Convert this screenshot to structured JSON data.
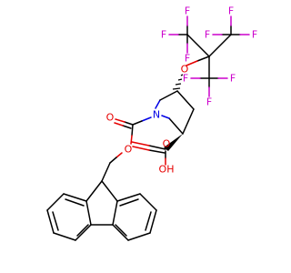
{
  "molecule": {
    "colors": {
      "carbon": "#000000",
      "oxygen": "#e60000",
      "nitrogen": "#0000e6",
      "fluorine": "#cc00cc"
    },
    "atom_labels": {
      "f1": "F",
      "f2": "F",
      "f3": "F",
      "f4": "F",
      "f5": "F",
      "f6": "F",
      "f7": "F",
      "f8": "F",
      "f9": "F",
      "o_ether": "O",
      "n_ring": "N",
      "o_carbonyl": "O",
      "o_ester": "O",
      "o_acid_carbonyl": "O",
      "oh_acid": "OH"
    }
  }
}
